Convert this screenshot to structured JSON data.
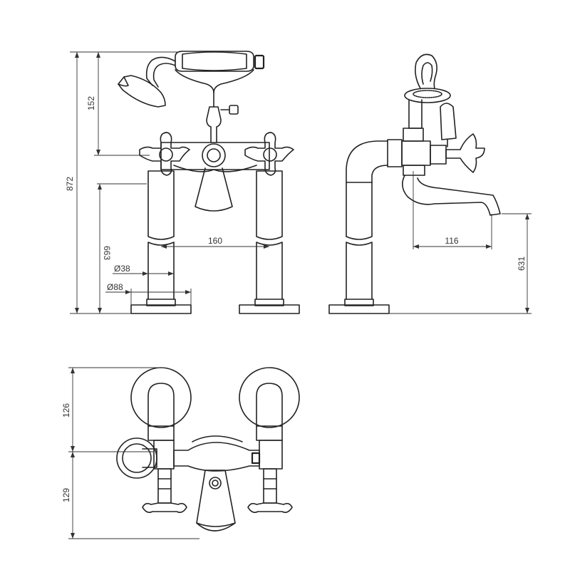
{
  "dimensions": {
    "overall_height": "872",
    "handset_height": "152",
    "spout_height": "663",
    "pillar_dia": "Ø38",
    "base_dia": "Ø88",
    "centres": "160",
    "spout_reach": "116",
    "side_height": "631",
    "plan_front": "126",
    "plan_rear": "129"
  },
  "colors": {
    "line": "#222222",
    "background": "#ffffff"
  }
}
